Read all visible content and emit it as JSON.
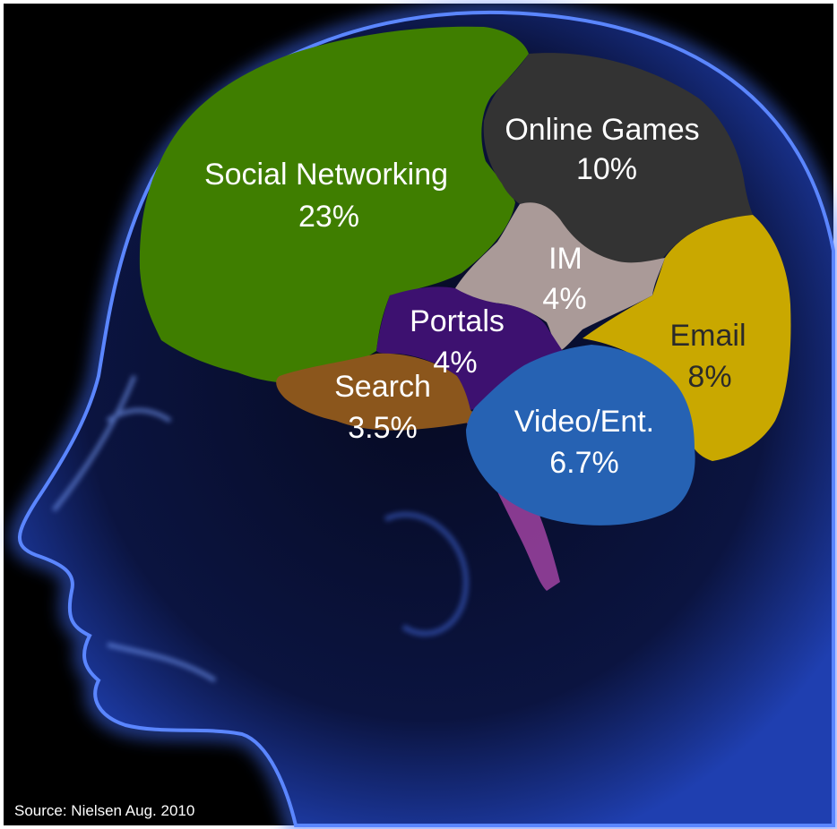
{
  "colors": {
    "background": "#000000",
    "head_glow": "#3f6dff",
    "label_light": "#ffffff",
    "label_dark": "#222222"
  },
  "regions": [
    {
      "id": "social-networking",
      "name": "Social Networking",
      "value": "23%",
      "color": "#3f7e00",
      "label_color": "#ffffff"
    },
    {
      "id": "online-games",
      "name": "Online Games",
      "value": "10%",
      "color": "#333333",
      "label_color": "#ffffff"
    },
    {
      "id": "im",
      "name": "IM",
      "value": "4%",
      "color": "#aa9a98",
      "label_color": "#ffffff"
    },
    {
      "id": "portals",
      "name": "Portals",
      "value": "4%",
      "color": "#3d1170",
      "label_color": "#ffffff"
    },
    {
      "id": "email",
      "name": "Email",
      "value": "8%",
      "color": "#c9a800",
      "label_color": "#2a2a2a"
    },
    {
      "id": "search",
      "name": "Search",
      "value": "3.5%",
      "color": "#8b561c",
      "label_color": "#ffffff"
    },
    {
      "id": "video-ent",
      "name": "Video/Ent.",
      "value": "6.7%",
      "color": "#2662b3",
      "label_color": "#ffffff"
    }
  ],
  "source": "Source: Nielsen Aug. 2010"
}
